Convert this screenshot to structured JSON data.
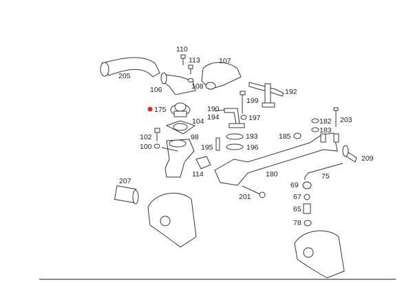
{
  "diagram": {
    "highlight_color": "#e8251f",
    "highlighted_part": "175",
    "labels": {
      "p110": "110",
      "p113": "113",
      "p107": "107",
      "p205": "205",
      "p106": "106",
      "p108": "108",
      "p192": "192",
      "p199": "199",
      "p175": "175",
      "p190": "190",
      "p194": "194",
      "p197": "197",
      "p104": "104",
      "p182": "182",
      "p203": "203",
      "p183": "183",
      "p185": "185",
      "p102": "102",
      "p98": "98",
      "p193": "193",
      "p100": "100",
      "p195": "195",
      "p196": "196",
      "p209": "209",
      "p114": "114",
      "p180": "180",
      "p75": "75",
      "p207": "207",
      "p69": "69",
      "p201": "201",
      "p67": "67",
      "p65": "65",
      "p78": "78"
    }
  }
}
